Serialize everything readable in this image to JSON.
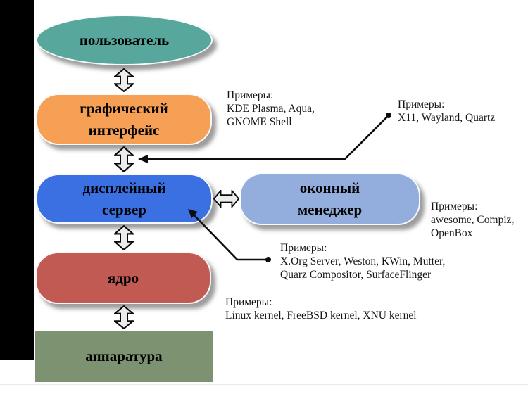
{
  "nodes": {
    "user": {
      "label": "пользователь"
    },
    "gui": {
      "lines": [
        "графический",
        "интерфейс"
      ]
    },
    "display_server": {
      "lines": [
        "дисплейный",
        "сервер"
      ]
    },
    "window_manager": {
      "lines": [
        "оконный",
        "менеджер"
      ]
    },
    "kernel": {
      "label": "ядро"
    },
    "hardware": {
      "label": "аппаратура"
    }
  },
  "colors": {
    "user": "#58a79c",
    "gui": "#f5a055",
    "display_server": "#3a70e2",
    "window_manager": "#93aedd",
    "kernel": "#c05a52",
    "hardware": "#7c9271",
    "sidebar": "#000000",
    "connector": "#0d0d0d"
  },
  "annotations": {
    "gui": {
      "title": "Примеры:",
      "lines": [
        "KDE Plasma, Aqua,",
        "GNOME Shell"
      ]
    },
    "protocol": {
      "title": "Примеры:",
      "lines": [
        "X11, Wayland, Quartz"
      ]
    },
    "window_manager": {
      "title": "Примеры:",
      "lines": [
        "awesome, Compiz,",
        "OpenBox"
      ]
    },
    "display_server": {
      "title": "Примеры:",
      "lines": [
        "X.Org Server, Weston, KWin, Mutter,",
        "Quarz Compositor, SurfaceFlinger"
      ]
    },
    "kernel": {
      "title": "Примеры:",
      "lines": [
        "Linux kernel, FreeBSD kernel, XNU kernel"
      ]
    }
  }
}
